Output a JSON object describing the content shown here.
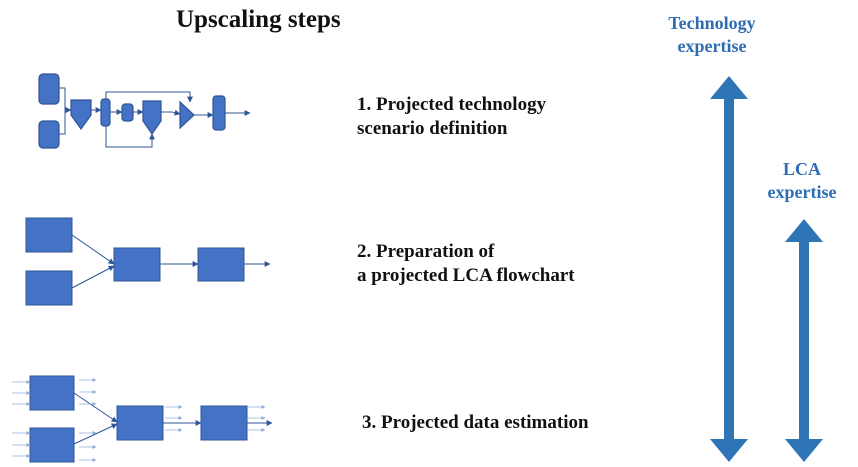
{
  "title": "Upscaling steps",
  "steps": [
    {
      "line1": "1. Projected technology",
      "line2": "scenario definition"
    },
    {
      "line1": "2. Preparation of",
      "line2": "a projected LCA flowchart"
    },
    {
      "line1": "3. Projected data estimation"
    }
  ],
  "expertise": {
    "technology": {
      "line1": "Technology",
      "line2": "expertise"
    },
    "lca": {
      "line1": "LCA",
      "line2": "expertise"
    }
  },
  "colors": {
    "box_fill": "#4472c4",
    "box_stroke": "#2f5597",
    "line": "#2f5597",
    "arrow": "#2e75b6",
    "faint": "#8fabd6",
    "label_blue": "#2e6db4"
  }
}
